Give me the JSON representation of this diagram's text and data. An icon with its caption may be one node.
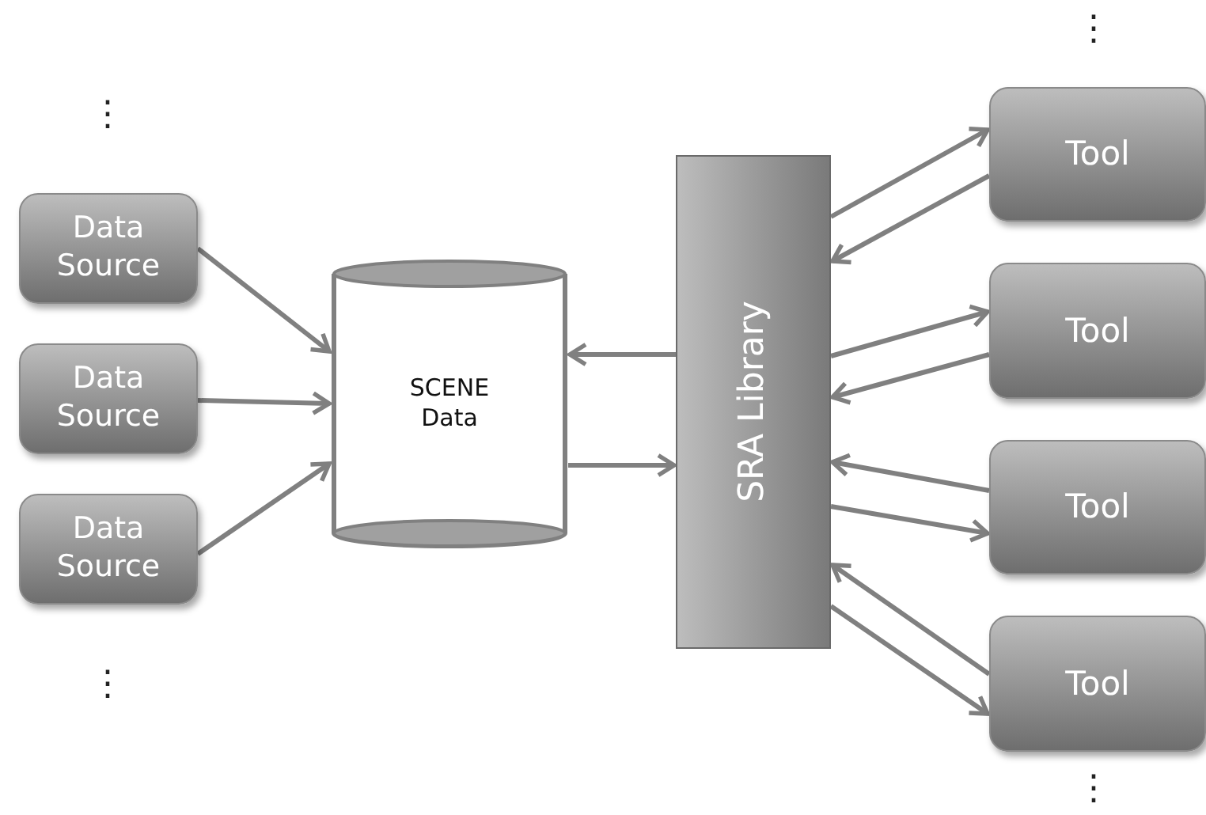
{
  "diagram": {
    "nodes": [
      {
        "text": [
          "Data Source"
        ]
      },
      {
        "text": [
          "Data Source"
        ]
      },
      {
        "text": [
          "Data Source"
        ]
      },
      {
        "text": [
          "SCENE Data"
        ]
      },
      {
        "text": [
          "SRA Library"
        ]
      },
      {
        "text": [
          "Tool"
        ]
      },
      {
        "text": [
          "Tool"
        ]
      },
      {
        "text": [
          "Tool"
        ]
      },
      {
        "text": [
          "Tool"
        ]
      }
    ],
    "edges": [
      {
        "from": 0,
        "to": 3,
        "arrow": "to"
      },
      {
        "from": 1,
        "to": 3,
        "arrow": "to"
      },
      {
        "from": 2,
        "to": 3,
        "arrow": "to"
      },
      {
        "from": 4,
        "to": 3,
        "arrow": "to"
      },
      {
        "from": 3,
        "to": 4,
        "arrow": "to"
      },
      {
        "from": 4,
        "to": 5,
        "arrow": "to"
      },
      {
        "from": 5,
        "to": 4,
        "arrow": "to"
      },
      {
        "from": 4,
        "to": 6,
        "arrow": "to"
      },
      {
        "from": 6,
        "to": 4,
        "arrow": "to"
      },
      {
        "from": 7,
        "to": 4,
        "arrow": "to"
      },
      {
        "from": 4,
        "to": 7,
        "arrow": "to"
      },
      {
        "from": 8,
        "to": 4,
        "arrow": "to"
      },
      {
        "from": 4,
        "to": 8,
        "arrow": "to"
      }
    ],
    "labels": [
      "⋮",
      "⋮",
      "⋮",
      "⋮"
    ]
  }
}
